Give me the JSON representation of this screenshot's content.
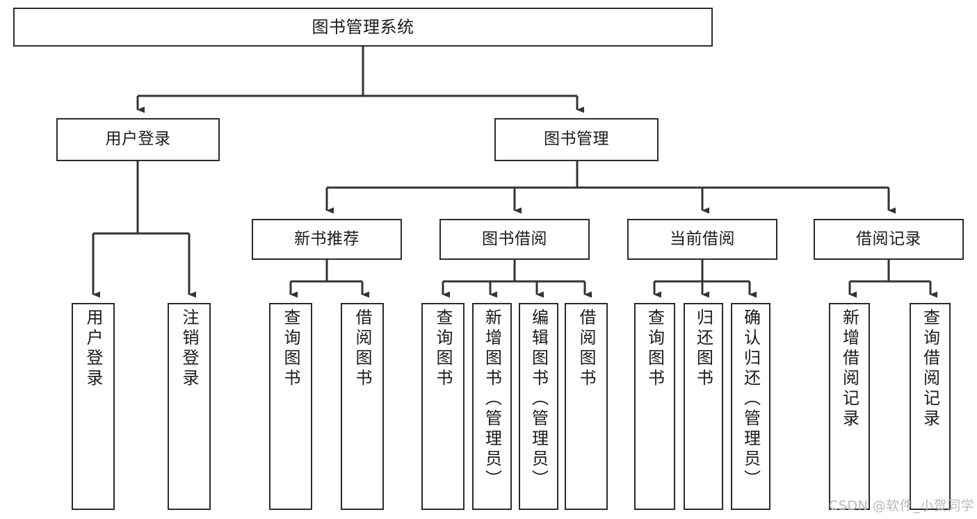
{
  "diagram": {
    "title": "图书管理系统",
    "type": "tree",
    "watermark": "CSDN @软件_小贺同学",
    "colors": {
      "box_border": "#2b2b2b",
      "box_fill": "#ffffff",
      "connector": "#333333",
      "text": "#1a1a1a",
      "watermark": "#b9b9b9",
      "background": "#ffffff"
    },
    "nodes": {
      "root": {
        "label": "图书管理系统"
      },
      "level2": [
        {
          "id": "user-login",
          "label": "用户登录"
        },
        {
          "id": "book-manage",
          "label": "图书管理"
        }
      ],
      "level3": [
        {
          "id": "new-book-recommend",
          "label": "新书推荐",
          "parent": "book-manage"
        },
        {
          "id": "book-borrow",
          "label": "图书借阅",
          "parent": "book-manage"
        },
        {
          "id": "current-borrow",
          "label": "当前借阅",
          "parent": "book-manage"
        },
        {
          "id": "borrow-record",
          "label": "借阅记录",
          "parent": "book-manage"
        }
      ],
      "leaves": [
        {
          "id": "leaf-user-login",
          "label": "用户登录",
          "parent": "user-login"
        },
        {
          "id": "leaf-logout-login",
          "label": "注销登录",
          "parent": "user-login"
        },
        {
          "id": "leaf-query-book-1",
          "label": "查询图书",
          "parent": "new-book-recommend"
        },
        {
          "id": "leaf-borrow-book-1",
          "label": "借阅图书",
          "parent": "new-book-recommend"
        },
        {
          "id": "leaf-query-book-2",
          "label": "查询图书",
          "parent": "book-borrow"
        },
        {
          "id": "leaf-add-book",
          "label": "新增图书（管理员）",
          "parent": "book-borrow"
        },
        {
          "id": "leaf-edit-book",
          "label": "编辑图书（管理员）",
          "parent": "book-borrow"
        },
        {
          "id": "leaf-borrow-book-2",
          "label": "借阅图书",
          "parent": "book-borrow"
        },
        {
          "id": "leaf-query-book-3",
          "label": "查询图书",
          "parent": "current-borrow"
        },
        {
          "id": "leaf-return-book",
          "label": "归还图书",
          "parent": "current-borrow"
        },
        {
          "id": "leaf-confirm-return",
          "label": "确认归还（管理员）",
          "parent": "current-borrow"
        },
        {
          "id": "leaf-add-record",
          "label": "新增借阅记录",
          "parent": "borrow-record"
        },
        {
          "id": "leaf-query-record",
          "label": "查询借阅记录",
          "parent": "borrow-record"
        }
      ]
    }
  }
}
